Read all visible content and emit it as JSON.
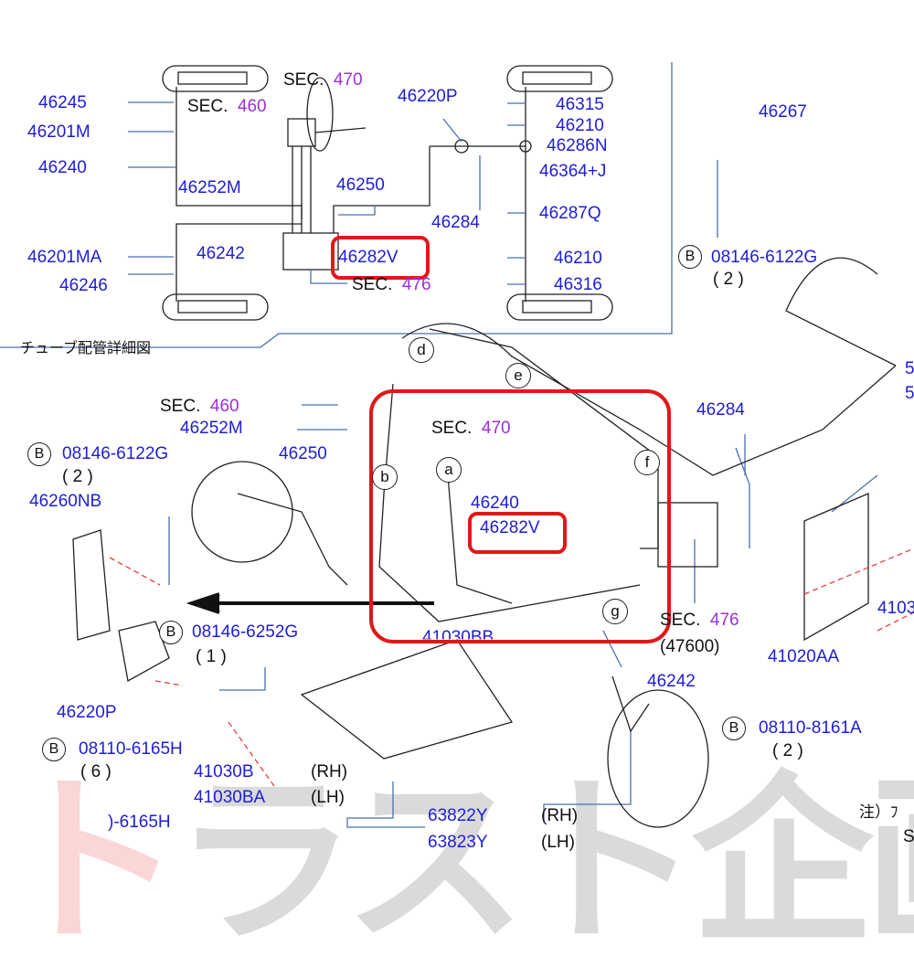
{
  "watermark": "トラスト企画",
  "inset": {
    "caption": "チューブ配管詳細図",
    "sec": "SEC.",
    "sec460": "460",
    "sec470": "470",
    "sec476": "476",
    "labels": [
      "46245",
      "46201M",
      "46240",
      "46220P",
      "46252M",
      "46250",
      "46284",
      "46315",
      "46210",
      "46286N",
      "46364+J",
      "46287Q",
      "46201MA",
      "46242",
      "46282V",
      "46210",
      "46246",
      "46316"
    ]
  },
  "main": {
    "sec": "SEC.",
    "sec460": "460",
    "sec470": "470",
    "sec476": "476",
    "sec476_sub": "(47600)",
    "circles": [
      "d",
      "e",
      "b",
      "a",
      "f",
      "g"
    ],
    "bolt_marker": "B",
    "labels": {
      "p46267": "46267",
      "b1": "08146-6122G",
      "b1q": "( 2 )",
      "p46252M": "46252M",
      "p46284": "46284",
      "p46250": "46250",
      "b2": "08146-6122G",
      "b2q": "( 2 )",
      "p46260NB": "46260NB",
      "p46240": "46240",
      "p46282V": "46282V",
      "p4103": "4103",
      "p41020AA": "41020AA",
      "b3": "08146-6252G",
      "b3q": "( 1 )",
      "p41030BB": "41030BB",
      "p46242": "46242",
      "p46220P": "46220P",
      "b4": "08110-8161A",
      "b4q": "( 2 )",
      "b5": "08110-6165H",
      "b5q": "( 6 )",
      "p41030B": "41030B",
      "rh1": "(RH)",
      "p41030BA": "41030BA",
      "lh1": "(LH)",
      "p6165": ")-6165H",
      "p63822Y": "63822Y",
      "rh2": "(RH)",
      "p63823Y": "63823Y",
      "lh2": "(LH)",
      "note": "注）ﾌ",
      "s": "S",
      "r5a": "5",
      "r5b": "5"
    }
  }
}
